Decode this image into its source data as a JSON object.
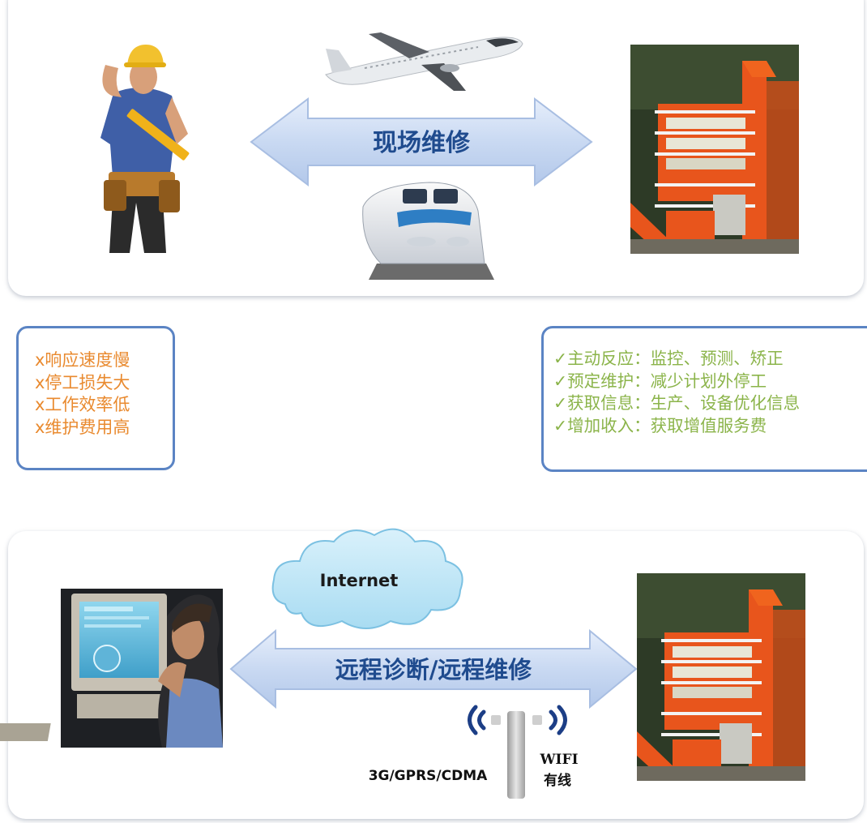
{
  "top_section": {
    "arrow_label": "现场维修"
  },
  "cons": {
    "items": [
      "x响应速度慢",
      "x停工损失大",
      "x工作效率低",
      "x维护费用高"
    ]
  },
  "pros": {
    "items": [
      "✓主动反应：监控、预测、矫正",
      "✓预定维护：减少计划外停工",
      "✓获取信息：生产、设备优化信息",
      "✓增加收入：获取增值服务费"
    ]
  },
  "bottom_section": {
    "cloud_label": "Internet",
    "arrow_label": "远程诊断/远程维修",
    "network_label": "3G/GPRS/CDMA",
    "wifi_label": "WIFI",
    "wired_label": "有线"
  },
  "colors": {
    "arrow_fill": "#cddcf3",
    "arrow_text": "#1f4b8e",
    "box_border": "#5b84c4",
    "cons_text": "#e98a2f",
    "pros_text": "#8bb44a",
    "plant_orange": "#e8551c"
  }
}
